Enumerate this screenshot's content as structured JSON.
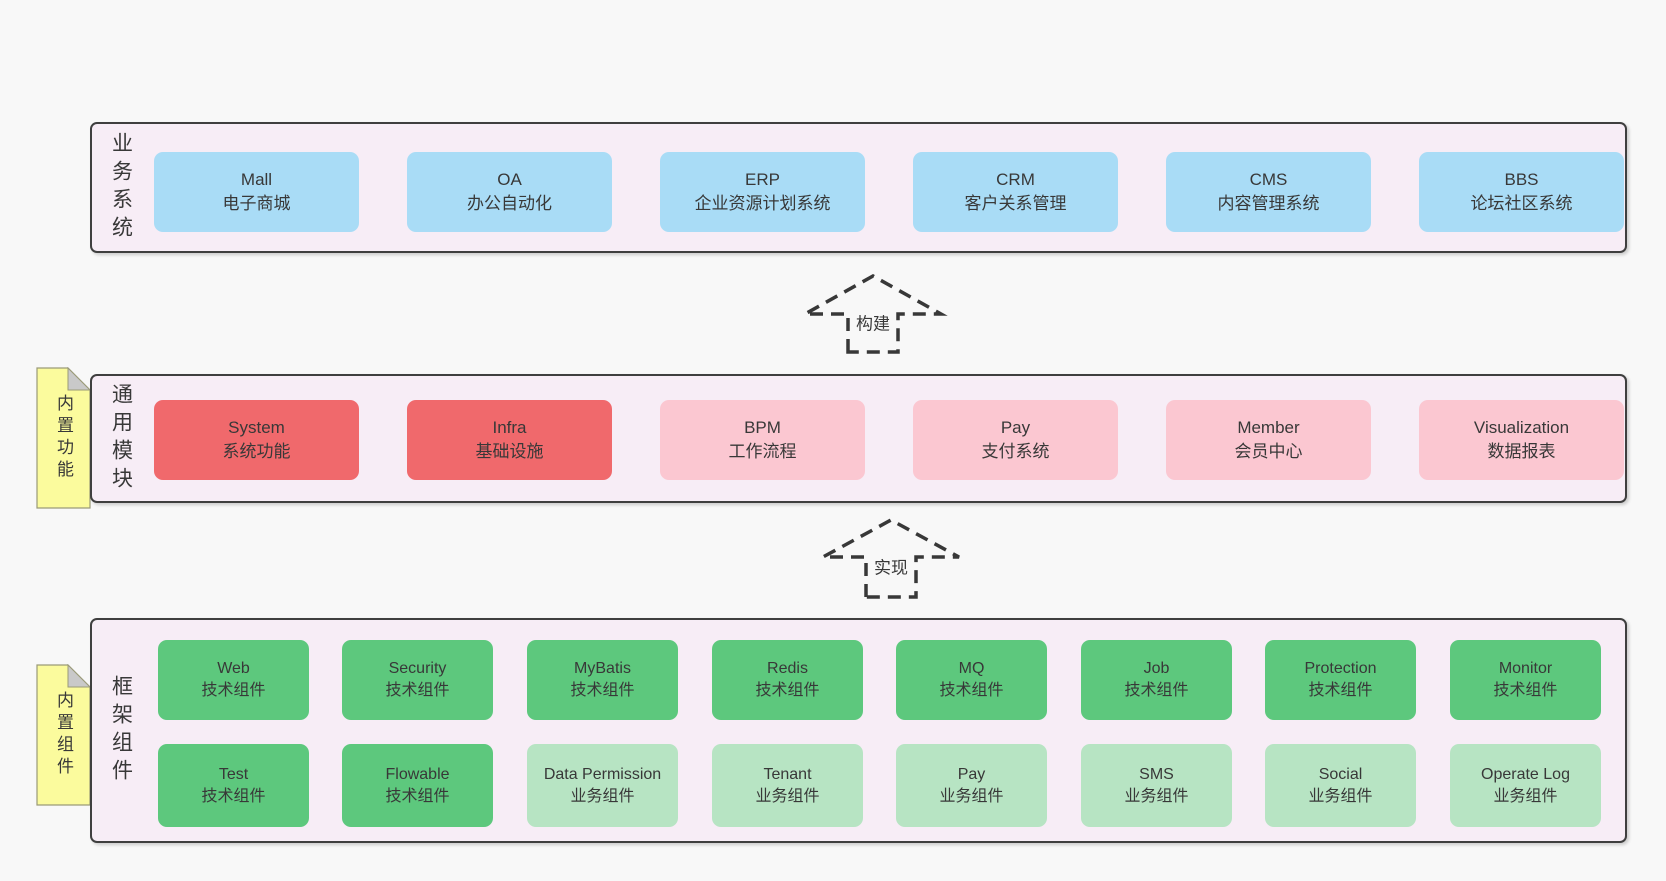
{
  "colors": {
    "page_background": "#f8f8f8",
    "panel_fill": "#f7edf6",
    "panel_border": "#3f3f3f",
    "blue_box": "#a9dcf6",
    "red_box": "#f0696c",
    "pink_box": "#fbc7d1",
    "green_box": "#5dc87d",
    "light_green_box": "#b7e4c3",
    "note_yellow": "#fbfb9d",
    "note_fold_gray": "#c9c9c9",
    "text": "#383838"
  },
  "arrows": [
    {
      "label": "构建"
    },
    {
      "label": "实现"
    }
  ],
  "panels": [
    {
      "label": "业务系统",
      "boxes": [
        {
          "en": "Mall",
          "zh": "电子商城"
        },
        {
          "en": "OA",
          "zh": "办公自动化"
        },
        {
          "en": "ERP",
          "zh": "企业资源计划系统"
        },
        {
          "en": "CRM",
          "zh": "客户关系管理"
        },
        {
          "en": "CMS",
          "zh": "内容管理系统"
        },
        {
          "en": "BBS",
          "zh": "论坛社区系统"
        }
      ]
    },
    {
      "label": "通用模块",
      "note": "内置功能",
      "boxes": [
        {
          "en": "System",
          "zh": "系统功能"
        },
        {
          "en": "Infra",
          "zh": "基础设施"
        },
        {
          "en": "BPM",
          "zh": "工作流程"
        },
        {
          "en": "Pay",
          "zh": "支付系统"
        },
        {
          "en": "Member",
          "zh": "会员中心"
        },
        {
          "en": "Visualization",
          "zh": "数据报表"
        }
      ]
    },
    {
      "label": "框架组件",
      "note": "内置组件",
      "rows": [
        [
          {
            "en": "Web",
            "zh": "技术组件"
          },
          {
            "en": "Security",
            "zh": "技术组件"
          },
          {
            "en": "MyBatis",
            "zh": "技术组件"
          },
          {
            "en": "Redis",
            "zh": "技术组件"
          },
          {
            "en": "MQ",
            "zh": "技术组件"
          },
          {
            "en": "Job",
            "zh": "技术组件"
          },
          {
            "en": "Protection",
            "zh": "技术组件"
          },
          {
            "en": "Monitor",
            "zh": "技术组件"
          }
        ],
        [
          {
            "en": "Test",
            "zh": "技术组件"
          },
          {
            "en": "Flowable",
            "zh": "技术组件"
          },
          {
            "en": "Data Permission",
            "zh": "业务组件"
          },
          {
            "en": "Tenant",
            "zh": "业务组件"
          },
          {
            "en": "Pay",
            "zh": "业务组件"
          },
          {
            "en": "SMS",
            "zh": "业务组件"
          },
          {
            "en": "Social",
            "zh": "业务组件"
          },
          {
            "en": "Operate Log",
            "zh": "业务组件"
          }
        ]
      ]
    }
  ]
}
